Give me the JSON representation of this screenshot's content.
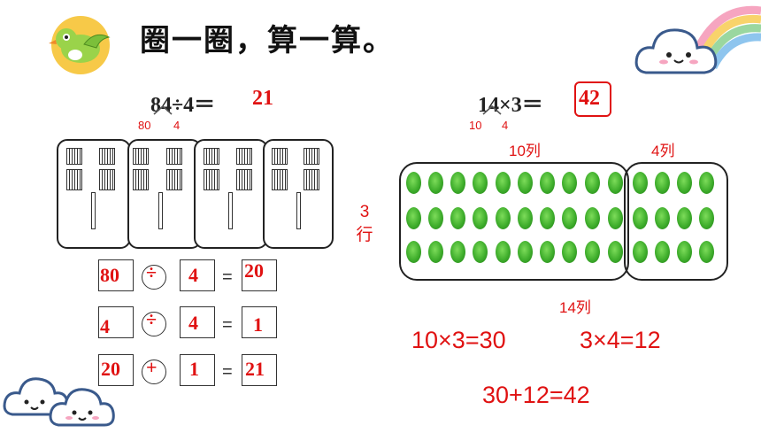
{
  "header": {
    "title": "圈一圈，算一算。"
  },
  "left": {
    "equation": {
      "dividend": "84",
      "op": "÷",
      "divisor": "4",
      "eq": "＝",
      "answer": "21"
    },
    "split": [
      "80",
      "4"
    ],
    "steps": [
      {
        "a": "80",
        "op": "÷",
        "b": "4",
        "eq": "=",
        "result": "20"
      },
      {
        "a": "4",
        "op": "÷",
        "b": "4",
        "eq": "=",
        "result": "1"
      },
      {
        "a": "20",
        "op": "+",
        "b": "1",
        "eq": "=",
        "result": "21"
      }
    ]
  },
  "right": {
    "equation": {
      "a": "14",
      "op": "×",
      "b": "3",
      "eq": "＝",
      "answer": "42"
    },
    "split": [
      "10",
      "4"
    ],
    "label_10cols": "10列",
    "label_4cols": "4列",
    "label_rows": [
      "3",
      "行"
    ],
    "label_14cols": "14列",
    "calc1": "10×3=30",
    "calc2": "3×4=12",
    "calc3": "30+12=42"
  },
  "colors": {
    "accent": "#e01212",
    "dot_green": "#3fae2c",
    "bird_circle": "#f7c948"
  }
}
